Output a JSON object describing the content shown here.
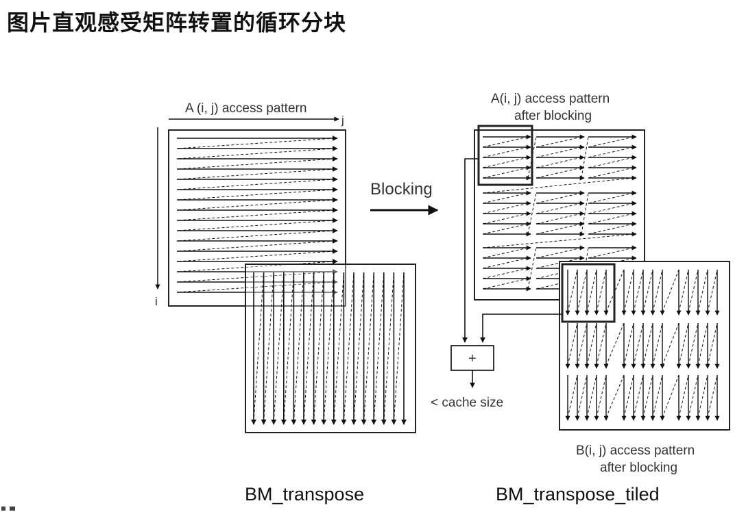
{
  "title": "图片直观感受矩阵转置的循环分块",
  "left_diagram": {
    "access_label": "A (i, j) access pattern",
    "j_axis": "j",
    "i_axis": "i",
    "caption": "BM_transpose"
  },
  "middle": {
    "blocking_label": "Blocking",
    "plus_symbol": "+",
    "cache_label": "< cache size"
  },
  "right_diagram": {
    "a_label_line1": "A(i, j) access pattern",
    "a_label_line2": "after blocking",
    "b_label_line1": "B(i, j) access pattern",
    "b_label_line2": "after blocking",
    "caption": "BM_transpose_tiled"
  },
  "colors": {
    "line": "#111111",
    "box": "#222222",
    "background": "#ffffff"
  }
}
